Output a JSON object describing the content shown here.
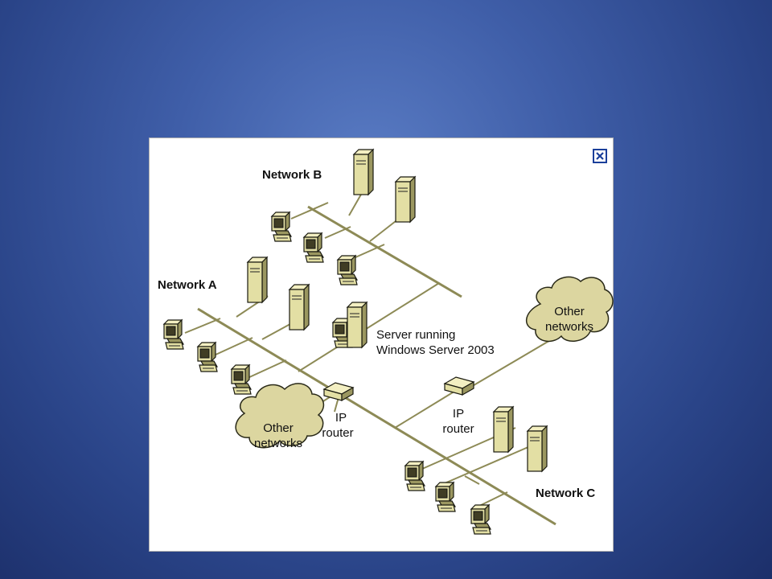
{
  "window": {
    "close_label": "close"
  },
  "networks": {
    "a_label": "Network A",
    "b_label": "Network B",
    "c_label": "Network C"
  },
  "server": {
    "line1": "Server running",
    "line2": "Windows Server 2003"
  },
  "routers": {
    "left": {
      "line1": "IP",
      "line2": "router"
    },
    "right": {
      "line1": "IP",
      "line2": "router"
    }
  },
  "clouds": {
    "left": {
      "line1": "Other",
      "line2": "networks"
    },
    "right": {
      "line1": "Other",
      "line2": "networks"
    }
  },
  "icons": [
    "close-icon",
    "server-icon",
    "workstation-icon",
    "router-icon",
    "cloud-icon"
  ],
  "colors": {
    "device_fill": "#e3dfa4",
    "bus_line": "#8d8a56",
    "close_border": "#1b3f9a"
  }
}
